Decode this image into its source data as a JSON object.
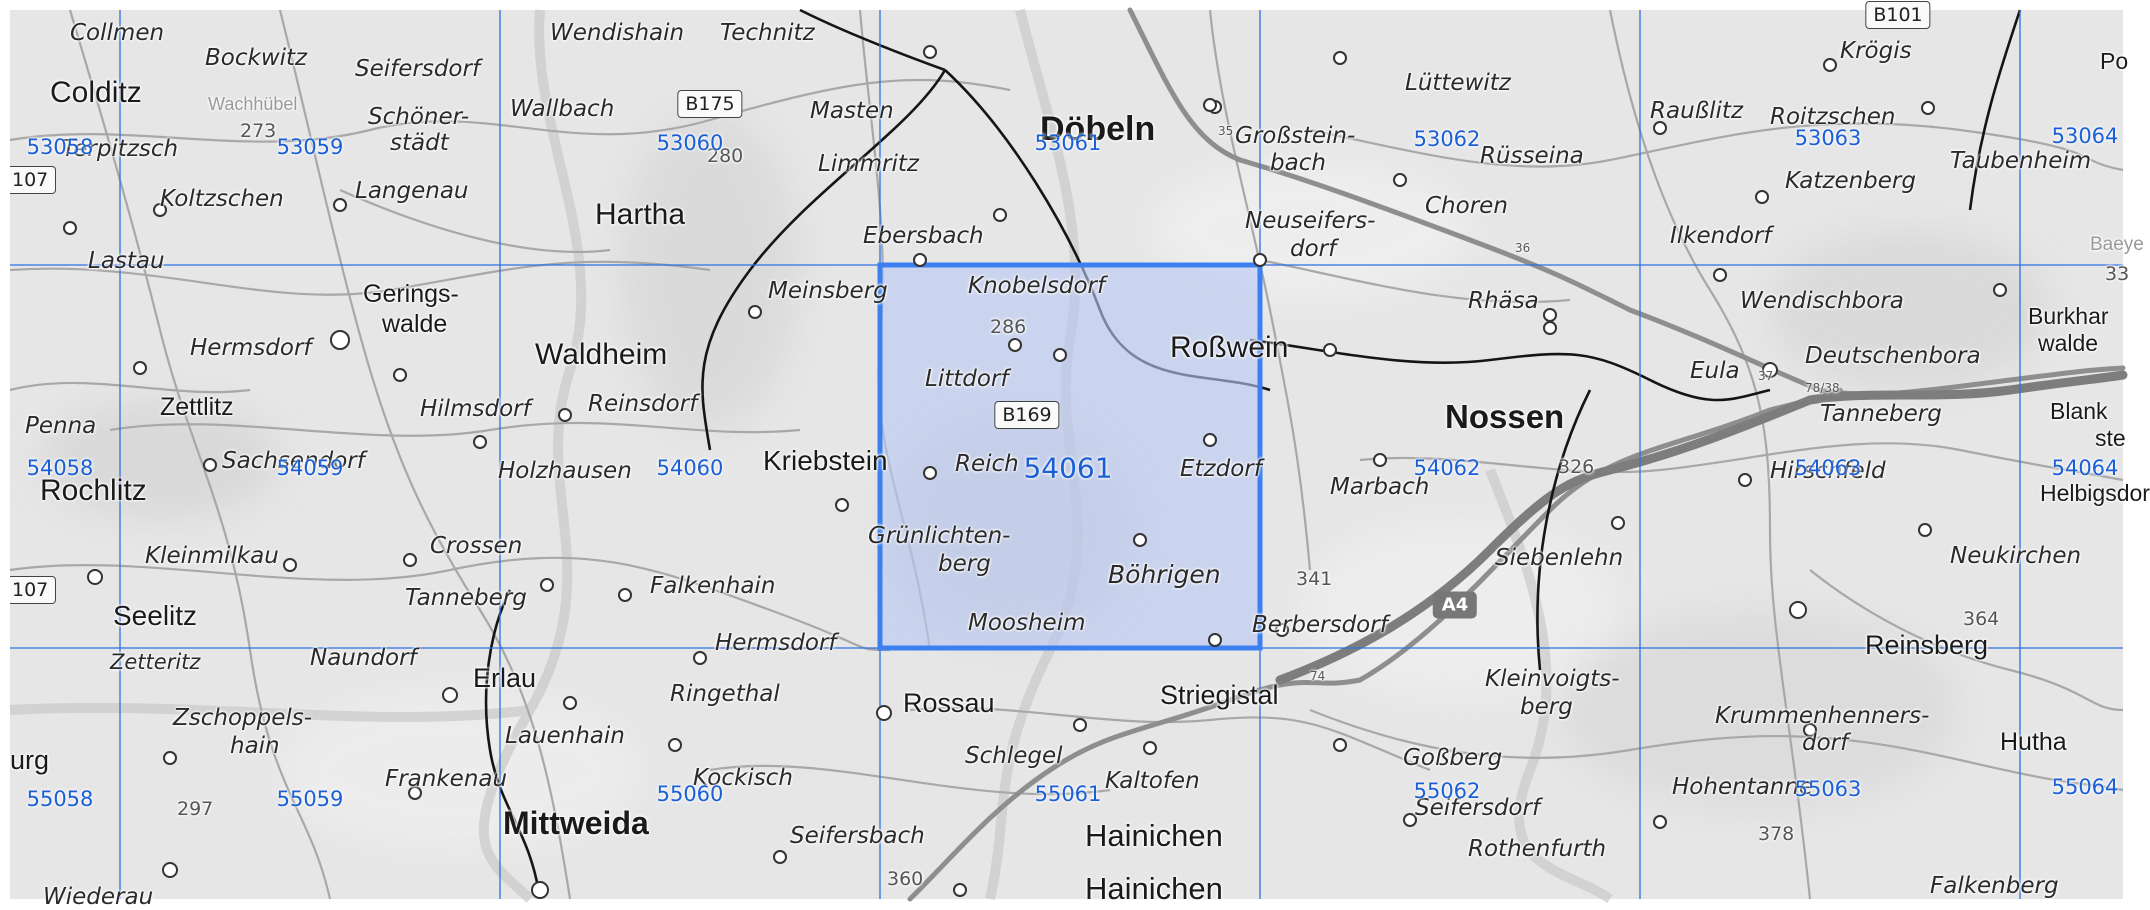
{
  "map": {
    "colors": {
      "grid": "#2e6fe3",
      "selection_fill": "#b9c8f2",
      "selection_border": "#3c7ff0",
      "roads": "#9a9a9a",
      "motorway": "#8a8a8a",
      "rail": "#111111"
    },
    "places": [
      {
        "id": "collmen",
        "text": "Collmen"
      },
      {
        "id": "bockwitz",
        "text": "Bockwitz"
      },
      {
        "id": "seifersdorf-1",
        "text": "Seifersdorf"
      },
      {
        "id": "wendishain",
        "text": "Wendishain"
      },
      {
        "id": "technitz",
        "text": "Technitz"
      },
      {
        "id": "colditz",
        "text": "Colditz"
      },
      {
        "id": "wachhuebel",
        "text": "Wachhübel"
      },
      {
        "id": "schoener",
        "text": "Schöner-"
      },
      {
        "id": "staedt",
        "text": "städt"
      },
      {
        "id": "wallbach",
        "text": "Wallbach"
      },
      {
        "id": "masten",
        "text": "Masten"
      },
      {
        "id": "doebeln",
        "text": "Döbeln"
      },
      {
        "id": "grossstein",
        "text": "Großstein-"
      },
      {
        "id": "bach",
        "text": "bach"
      },
      {
        "id": "luettewitz",
        "text": "Lüttewitz"
      },
      {
        "id": "raussblitz",
        "text": "Raußlitz"
      },
      {
        "id": "kroegis",
        "text": "Krögis"
      },
      {
        "id": "roitzschen",
        "text": "Roitzschen"
      },
      {
        "id": "po",
        "text": "Po"
      },
      {
        "id": "terpitzsch",
        "text": "Terpitzsch"
      },
      {
        "id": "limmritz",
        "text": "Limmritz"
      },
      {
        "id": "ruesseina",
        "text": "Rüsseina"
      },
      {
        "id": "taubenheim",
        "text": "Taubenheim"
      },
      {
        "id": "koltzschen",
        "text": "Koltzschen"
      },
      {
        "id": "langenau",
        "text": "Langenau"
      },
      {
        "id": "hartha",
        "text": "Hartha"
      },
      {
        "id": "katzenberg",
        "text": "Katzenberg"
      },
      {
        "id": "choren",
        "text": "Choren"
      },
      {
        "id": "lastau",
        "text": "Lastau"
      },
      {
        "id": "ebersbach",
        "text": "Ebersbach"
      },
      {
        "id": "neuseifers",
        "text": "Neuseifers-"
      },
      {
        "id": "dorf",
        "text": "dorf"
      },
      {
        "id": "ilkendorf",
        "text": "Ilkendorf"
      },
      {
        "id": "baeye",
        "text": "Baeye"
      },
      {
        "id": "gerings",
        "text": "Gerings-"
      },
      {
        "id": "walde",
        "text": "walde"
      },
      {
        "id": "meinsberg",
        "text": "Meinsberg"
      },
      {
        "id": "knobelsdorf",
        "text": "Knobelsdorf"
      },
      {
        "id": "rhaesa",
        "text": "Rhäsa"
      },
      {
        "id": "wendischbora",
        "text": "Wendischbora"
      },
      {
        "id": "burkhar",
        "text": "Burkhar"
      },
      {
        "id": "walde-2",
        "text": "walde"
      },
      {
        "id": "hermsdorf-1",
        "text": "Hermsdorf"
      },
      {
        "id": "waldheim",
        "text": "Waldheim"
      },
      {
        "id": "rosswein",
        "text": "Roßwein"
      },
      {
        "id": "deutschenbora",
        "text": "Deutschenbora"
      },
      {
        "id": "eula",
        "text": "Eula"
      },
      {
        "id": "zettlitz",
        "text": "Zettlitz"
      },
      {
        "id": "hilmsdorf",
        "text": "Hilmsdorf"
      },
      {
        "id": "reinsdorf",
        "text": "Reinsdorf"
      },
      {
        "id": "littdorf",
        "text": "Littdorf"
      },
      {
        "id": "nossen",
        "text": "Nossen"
      },
      {
        "id": "tanneberg-1",
        "text": "Tanneberg"
      },
      {
        "id": "blank",
        "text": "Blank"
      },
      {
        "id": "ste",
        "text": "ste"
      },
      {
        "id": "penna",
        "text": "Penna"
      },
      {
        "id": "sachsendorf",
        "text": "Sachsendorf"
      },
      {
        "id": "holzhausen",
        "text": "Holzhausen"
      },
      {
        "id": "kriebstein",
        "text": "Kriebstein"
      },
      {
        "id": "reich",
        "text": "Reich"
      },
      {
        "id": "etzdorf",
        "text": "Etzdorf"
      },
      {
        "id": "marbach",
        "text": "Marbach"
      },
      {
        "id": "hirschfeld",
        "text": "Hirschfeld"
      },
      {
        "id": "helbigsdor",
        "text": "Helbigsdor"
      },
      {
        "id": "rochlitz",
        "text": "Rochlitz"
      },
      {
        "id": "kleinmilkau",
        "text": "Kleinmilkau"
      },
      {
        "id": "crossen",
        "text": "Crossen"
      },
      {
        "id": "gruenlichten",
        "text": "Grünlichten-"
      },
      {
        "id": "berg",
        "text": "berg"
      },
      {
        "id": "siebenlehn",
        "text": "Siebenlehn"
      },
      {
        "id": "neukirchen",
        "text": "Neukirchen"
      },
      {
        "id": "tanneberg-2",
        "text": "Tanneberg"
      },
      {
        "id": "falkenhain",
        "text": "Falkenhain"
      },
      {
        "id": "boehrigen",
        "text": "Böhrigen"
      },
      {
        "id": "seelitz",
        "text": "Seelitz"
      },
      {
        "id": "moosheim",
        "text": "Moosheim"
      },
      {
        "id": "hermsdorf-2",
        "text": "Hermsdorf"
      },
      {
        "id": "berbersdorf",
        "text": "Berbersdorf"
      },
      {
        "id": "reinsberg",
        "text": "Reinsberg"
      },
      {
        "id": "zetteritz",
        "text": "Zetteritz"
      },
      {
        "id": "naundorf",
        "text": "Naundorf"
      },
      {
        "id": "erlau",
        "text": "Erlau"
      },
      {
        "id": "ringethal",
        "text": "Ringethal"
      },
      {
        "id": "rossau",
        "text": "Rossau"
      },
      {
        "id": "striegistal",
        "text": "Striegistal"
      },
      {
        "id": "kleinvoigts",
        "text": "Kleinvoigts-"
      },
      {
        "id": "berg-2",
        "text": "berg"
      },
      {
        "id": "zschoppels",
        "text": "Zschoppels-"
      },
      {
        "id": "hain",
        "text": "hain"
      },
      {
        "id": "lauenhain",
        "text": "Lauenhain"
      },
      {
        "id": "krummenhenners",
        "text": "Krummenhenners-"
      },
      {
        "id": "dorf-2",
        "text": "dorf"
      },
      {
        "id": "hutha",
        "text": "Hutha"
      },
      {
        "id": "urg",
        "text": "urg"
      },
      {
        "id": "schlegel",
        "text": "Schlegel"
      },
      {
        "id": "grossberg",
        "text": "Goßberg"
      },
      {
        "id": "frankenau",
        "text": "Frankenau"
      },
      {
        "id": "kockisch",
        "text": "Kockisch"
      },
      {
        "id": "kaltofen",
        "text": "Kaltofen"
      },
      {
        "id": "seifersdorf-2",
        "text": "Seifersdorf"
      },
      {
        "id": "hohentanne",
        "text": "Hohentanne"
      },
      {
        "id": "mittweida",
        "text": "Mittweida"
      },
      {
        "id": "seifersbach",
        "text": "Seifersbach"
      },
      {
        "id": "hainichen",
        "text": "Hainichen"
      },
      {
        "id": "rothenfurth",
        "text": "Rothenfurth"
      },
      {
        "id": "wiederau",
        "text": "Wiederau"
      },
      {
        "id": "hainichen-2",
        "text": "Hainichen"
      },
      {
        "id": "falkenberg",
        "text": "Falkenberg"
      },
      {
        "id": "elev-273",
        "text": "273"
      },
      {
        "id": "elev-280",
        "text": "280"
      },
      {
        "id": "elev-286",
        "text": "286"
      },
      {
        "id": "elev-326",
        "text": "326"
      },
      {
        "id": "elev-341",
        "text": "341"
      },
      {
        "id": "elev-364",
        "text": "364"
      },
      {
        "id": "elev-297",
        "text": "297"
      },
      {
        "id": "elev-360",
        "text": "360"
      },
      {
        "id": "elev-378",
        "text": "378"
      },
      {
        "id": "road-35",
        "text": "35"
      },
      {
        "id": "road-36",
        "text": "36"
      },
      {
        "id": "road-37",
        "text": "37"
      },
      {
        "id": "road-7838",
        "text": "78/38"
      },
      {
        "id": "road-74",
        "text": "74"
      },
      {
        "id": "road-33",
        "text": "33"
      }
    ],
    "road_shields": [
      {
        "id": "b175",
        "text": "B175"
      },
      {
        "id": "b169",
        "text": "B169"
      },
      {
        "id": "b101",
        "text": "B101"
      },
      {
        "id": "b107-a",
        "text": "107"
      },
      {
        "id": "b107-b",
        "text": "107"
      }
    ],
    "highway_shields": [
      {
        "id": "a4",
        "text": "A4"
      }
    ],
    "grid": {
      "sheets": [
        {
          "id": "53058",
          "text": "53058"
        },
        {
          "id": "53059",
          "text": "53059"
        },
        {
          "id": "53060",
          "text": "53060"
        },
        {
          "id": "53061",
          "text": "53061"
        },
        {
          "id": "53062",
          "text": "53062"
        },
        {
          "id": "53063",
          "text": "53063"
        },
        {
          "id": "53064",
          "text": "53064"
        },
        {
          "id": "54058",
          "text": "54058"
        },
        {
          "id": "54059",
          "text": "54059"
        },
        {
          "id": "54060",
          "text": "54060"
        },
        {
          "id": "54061",
          "text": "54061"
        },
        {
          "id": "54062",
          "text": "54062"
        },
        {
          "id": "54063",
          "text": "54063"
        },
        {
          "id": "54064",
          "text": "54064"
        },
        {
          "id": "55058",
          "text": "55058"
        },
        {
          "id": "55059",
          "text": "55059"
        },
        {
          "id": "55060",
          "text": "55060"
        },
        {
          "id": "55061",
          "text": "55061"
        },
        {
          "id": "55062",
          "text": "55062"
        },
        {
          "id": "55063",
          "text": "55063"
        },
        {
          "id": "55064",
          "text": "55064"
        }
      ],
      "selected_sheet": "54061"
    }
  }
}
